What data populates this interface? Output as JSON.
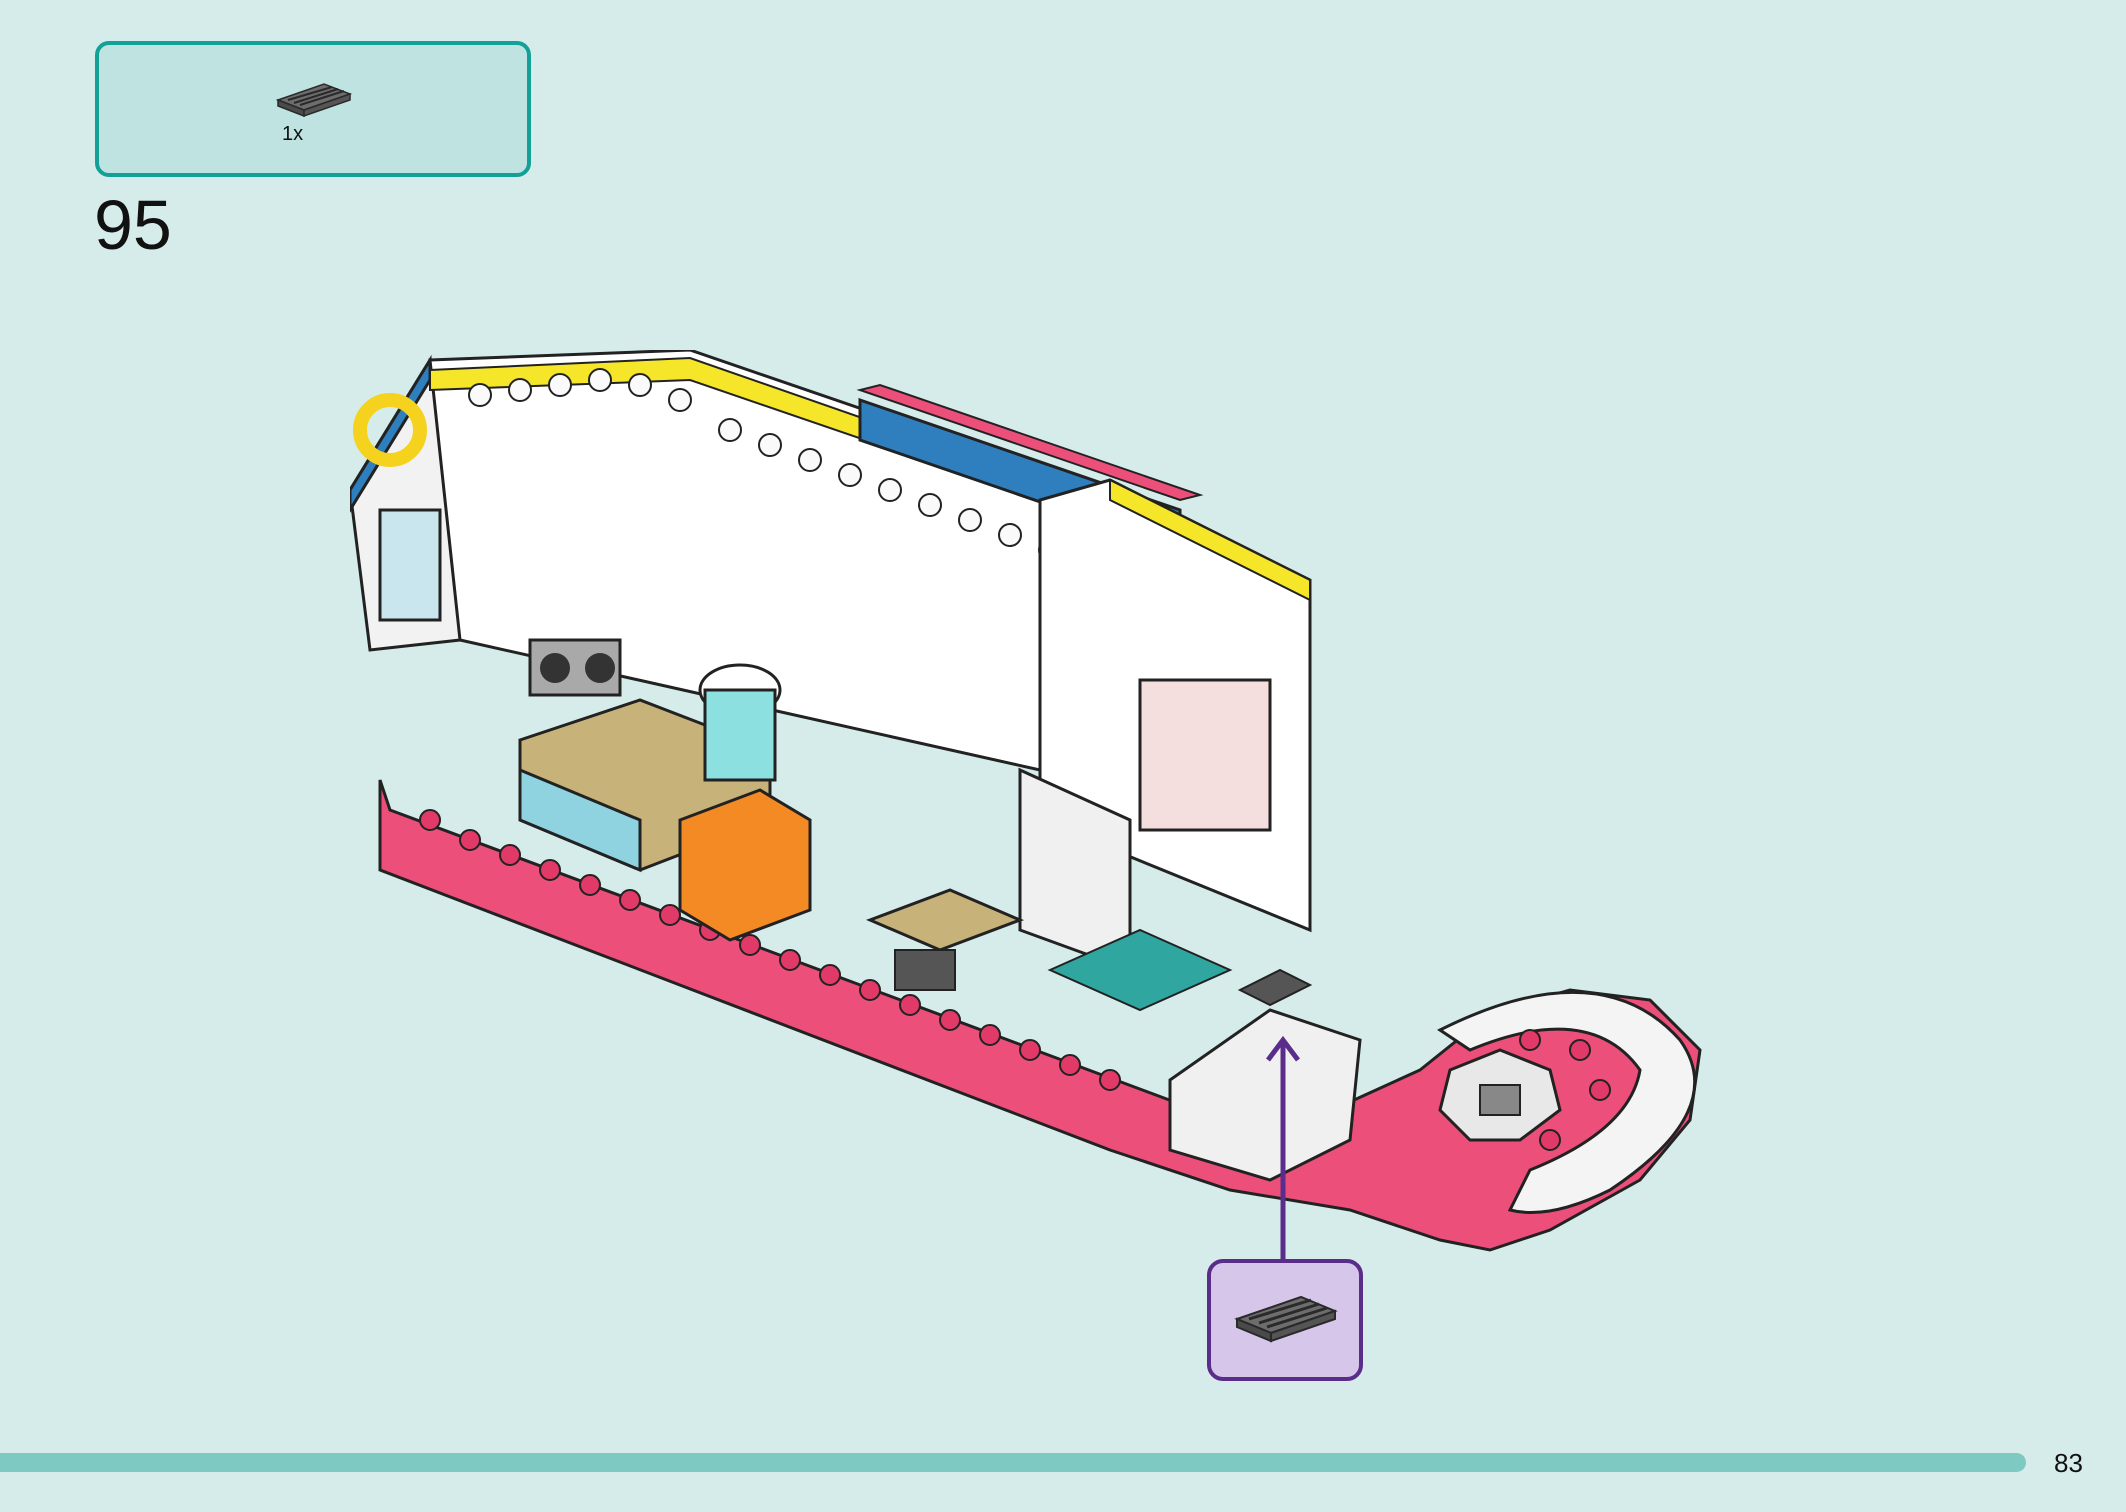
{
  "parts_list": {
    "items": [
      {
        "icon": "grille-tile-1x2-icon",
        "quantity": "1x"
      }
    ]
  },
  "step": {
    "number": "95"
  },
  "callout": {
    "icon": "grille-tile-1x2-icon"
  },
  "footer": {
    "page_number": "83"
  },
  "colors": {
    "background": "#d5ecea",
    "parts_box_border": "#12a097",
    "parts_box_fill": "#bee3e1",
    "callout_border": "#5b2d8a",
    "callout_fill": "#d6c6e9",
    "bottom_bar": "#7fc9c3"
  }
}
